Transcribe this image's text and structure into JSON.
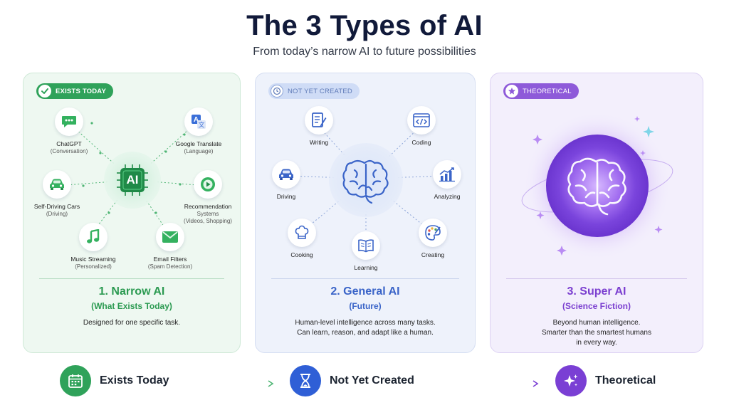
{
  "header": {
    "title": "The 3 Types of AI",
    "subtitle": "From today’s narrow AI to future possibilities"
  },
  "colors": {
    "green": "#2fa25a",
    "blue": "#3a64c8",
    "purple": "#7b3fd0",
    "navy": "#111a3a"
  },
  "panels": [
    {
      "badge": "EXISTS TODAY",
      "badge_icon": "check-icon",
      "center_icon": "ai-chip-icon",
      "center_label": "AI",
      "nodes": [
        {
          "label": "ChatGPT",
          "sub": "(Conversation)",
          "icon": "chat-bubble-icon"
        },
        {
          "label": "Google Translate",
          "sub": "(Language)",
          "icon": "translate-icon"
        },
        {
          "label": "Self-Driving Cars",
          "sub": "(Driving)",
          "icon": "car-icon"
        },
        {
          "label": "Recommendation",
          "sub": "Systems",
          "sub2": "(Videos, Shopping)",
          "icon": "play-icon"
        },
        {
          "label": "Music Streaming",
          "sub": "(Personalized)",
          "icon": "music-note-icon"
        },
        {
          "label": "Email Filters",
          "sub": "(Spam Detection)",
          "icon": "envelope-icon"
        }
      ],
      "title": "1. Narrow AI",
      "subtitle": "(What Exists Today)",
      "description": [
        "Designed for one specific task."
      ]
    },
    {
      "badge": "NOT YET CREATED",
      "badge_icon": "clock-icon",
      "center_icon": "brain-icon",
      "nodes": [
        {
          "label": "Writing",
          "icon": "document-pen-icon"
        },
        {
          "label": "Coding",
          "icon": "code-window-icon"
        },
        {
          "label": "Driving",
          "icon": "car-icon"
        },
        {
          "label": "Analyzing",
          "icon": "bar-chart-icon"
        },
        {
          "label": "Cooking",
          "icon": "chef-hat-icon"
        },
        {
          "label": "Learning",
          "icon": "open-book-icon"
        },
        {
          "label": "Creating",
          "icon": "palette-icon"
        }
      ],
      "title": "2. General AI",
      "subtitle": "(Future)",
      "description": [
        "Human-level intelligence across many tasks.",
        "Can learn, reason, and adapt like a human."
      ]
    },
    {
      "badge": "THEORETICAL",
      "badge_icon": "star-icon",
      "center_icon": "glowing-brain-icon",
      "title": "3. Super AI",
      "subtitle": "(Science Fiction)",
      "description": [
        "Beyond human intelligence.",
        "Smarter than the smartest humans",
        "in every way."
      ]
    }
  ],
  "timeline": [
    {
      "label": "Exists Today",
      "icon": "calendar-icon",
      "color": "#2fa25a"
    },
    {
      "label": "Not Yet Created",
      "icon": "hourglass-icon",
      "color": "#2f5fd6"
    },
    {
      "label": "Theoretical",
      "icon": "sparkle-icon",
      "color": "#7a3fd4"
    }
  ]
}
